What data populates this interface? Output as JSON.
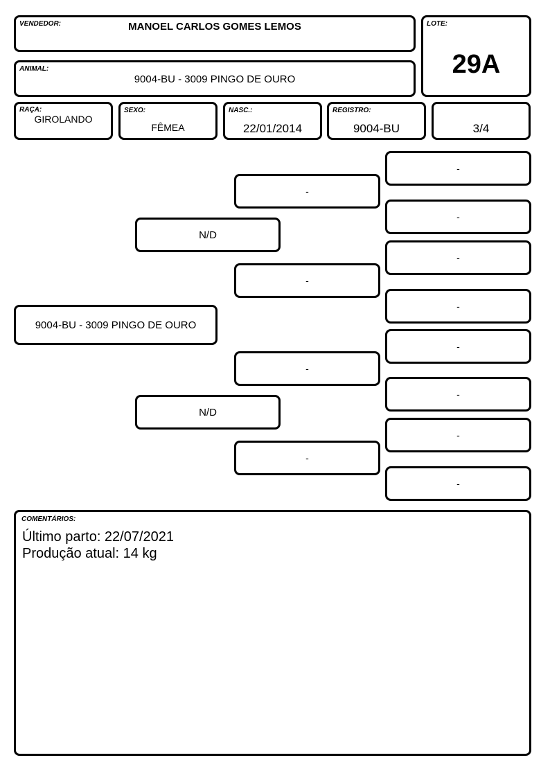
{
  "header": {
    "vendedor": {
      "label": "VENDEDOR:",
      "value": "MANOEL CARLOS GOMES LEMOS"
    },
    "lote": {
      "label": "LOTE:",
      "value": "29A"
    },
    "animal": {
      "label": "ANIMAL:",
      "value": "9004-BU - 3009 PINGO DE OURO"
    }
  },
  "info": {
    "raca": {
      "label": "RAÇA:",
      "value": "GIROLANDO"
    },
    "sexo": {
      "label": "SEXO:",
      "value": "FÊMEA"
    },
    "nasc": {
      "label": "NASC.:",
      "value": "22/01/2014"
    },
    "registro": {
      "label": "REGISTRO:",
      "value": "9004-BU"
    },
    "grau": {
      "value": "3/4"
    }
  },
  "pedigree": {
    "animal": "9004-BU - 3009 PINGO DE OURO",
    "parents": [
      "N/D",
      "N/D"
    ],
    "grandparents": [
      "-",
      "-",
      "-",
      "-"
    ],
    "great_grandparents": [
      "-",
      "-",
      "-",
      "-",
      "-",
      "-",
      "-",
      "-"
    ]
  },
  "comments": {
    "label": "COMENTÁRIOS:",
    "lines": [
      "Último parto: 22/07/2021",
      "Produção atual: 14 kg"
    ]
  }
}
